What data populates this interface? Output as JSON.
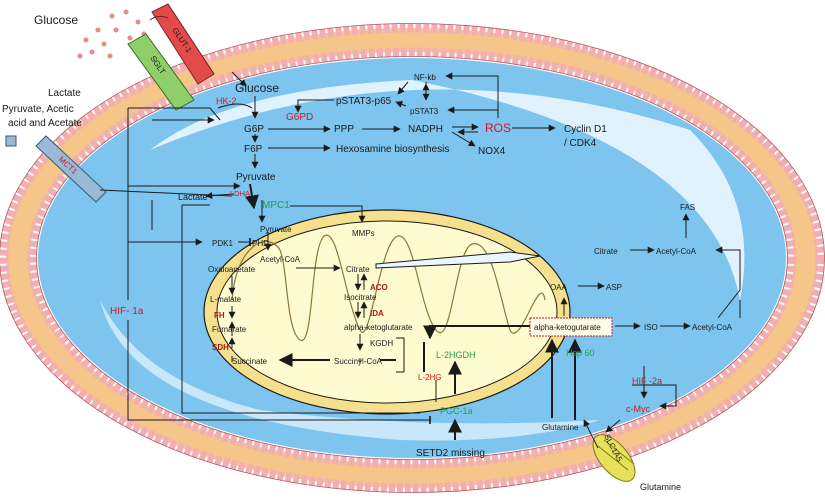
{
  "colors": {
    "membrane_head": "#f3aeb4",
    "membrane_outline": "#b5555c",
    "membrane_tail": "#f5c58a",
    "cytoplasm": "#7dc4ee",
    "cytoplasm_ring": "#eaf7ff",
    "mito_outer": "#f6e08e",
    "mito_inner": "#fffbd0",
    "red": "#d11a1a",
    "dark_red": "#b0121e",
    "green": "#1aa34a",
    "glut1": "#e34a4a",
    "sglt": "#8fcf6a",
    "slc1a5": "#e8e05a",
    "mct1": "#9ab9d6",
    "glucose_dots": "#e88a8a"
  },
  "labels": {
    "glucose_outside": "Glucose",
    "glut1": "GLUT-1",
    "sglt": "SGLT",
    "lactate_outside": "Lactate",
    "pyruvate_outside": "Pyruvate, Acetic",
    "acid_outside": "acid and Acetate",
    "mct1": "MCT1",
    "glucose_in": "Glucose",
    "hk2": "HK-2",
    "g6p": "G6P",
    "g6pd": "G6PD",
    "ppp": "PPP",
    "nadph": "NADPH",
    "ros": "ROS",
    "cyclin": "Cyclin D1",
    "cdk4": "/ CDK4",
    "nox4": "NOX4",
    "pstat3_p65": "pSTAT3-p65",
    "nfkb": "NF-kb",
    "pstat3": "pSTAT3",
    "f6p": "F6P",
    "hexosamine": "Hexosamine biosynthesis",
    "pyruvate_cyto": "Pyruvate",
    "lactate_in": "Lactate",
    "ldha": "LDHA",
    "mpc1": "MPC1",
    "hif1a": "HIF- 1a",
    "pdk1": "PDK1",
    "phd": "PHD",
    "mmps": "MMPs",
    "pyruvate_mito": "Pyruvate",
    "acetylcoa_mito": "Acetyl-CoA",
    "oxaloacetate": "Oxaloacetate",
    "citrate_mito": "Citrate",
    "aco": "ACO",
    "isocitrate": "Isocitrate",
    "ida": "IDA",
    "akg_mito": "alpha-ketoglutarate",
    "kgdh": "KGDH",
    "succinylcoa": "Succinyl-CoA",
    "succinate": "Succinate",
    "sdh": "SDH",
    "fumarate": "Fumarate",
    "fh": "FH",
    "lmalate": "L-malate",
    "l2hg": "L-2HG",
    "l2hgdh": "L-2HGDH",
    "pgc1a": "PGC-1a",
    "setd2": "SETD2 missing",
    "citrate_cyto": "Citrate",
    "acetylcoa_top": "Acetyl-CoA",
    "fas": "FAS",
    "oaa": "OAA",
    "asp": "ASP",
    "akg_cyto": "alpha-ketogutarate",
    "iso": "ISO",
    "acetylcoa_right": "Acetyl-CoA",
    "hsp60": "Hsp 60",
    "hif2a": "HIF -2a",
    "cmyc": "c-Myc",
    "glutamine_in": "Glutamine",
    "slc1a5": "SLC1A5",
    "glutamine_out": "Glutamine"
  }
}
